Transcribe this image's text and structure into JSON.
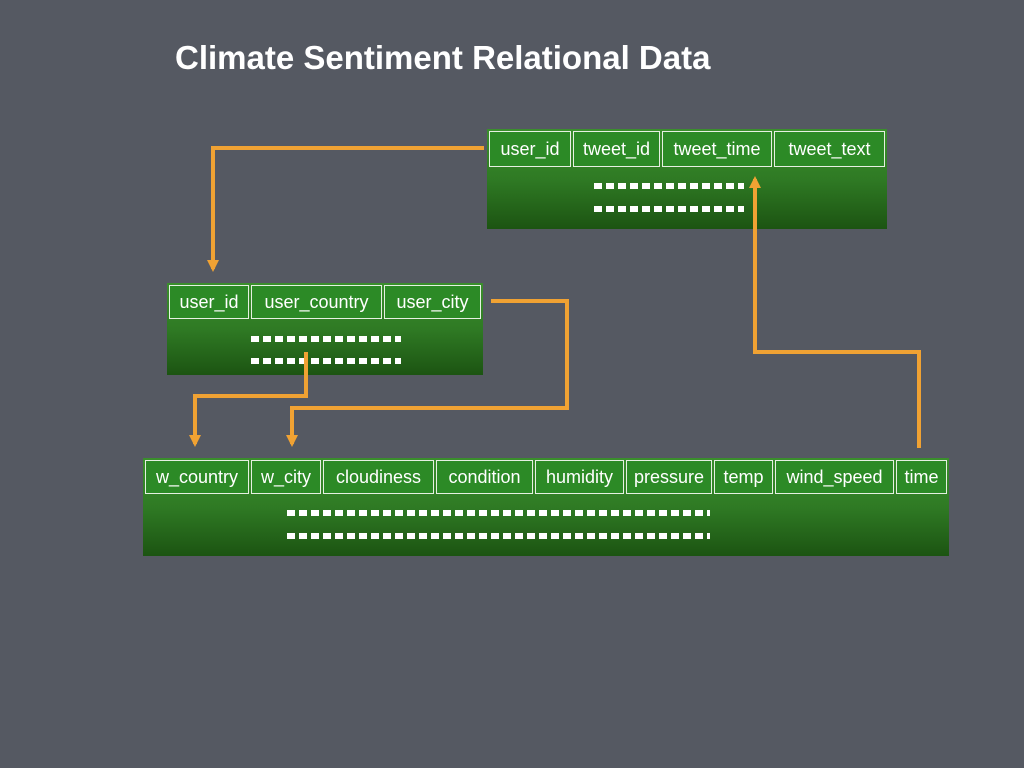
{
  "title": "Climate Sentiment Relational Data",
  "tables": {
    "tweets": {
      "columns": [
        "user_id",
        "tweet_id",
        "tweet_time",
        "tweet_text"
      ]
    },
    "users": {
      "columns": [
        "user_id",
        "user_country",
        "user_city"
      ]
    },
    "weather": {
      "columns": [
        "w_country",
        "w_city",
        "cloudiness",
        "condition",
        "humidity",
        "pressure",
        "temp",
        "wind_speed",
        "time"
      ]
    }
  },
  "colors": {
    "background": "#555962",
    "table_green": "#2f7a24",
    "arrow": "#f0a233"
  }
}
